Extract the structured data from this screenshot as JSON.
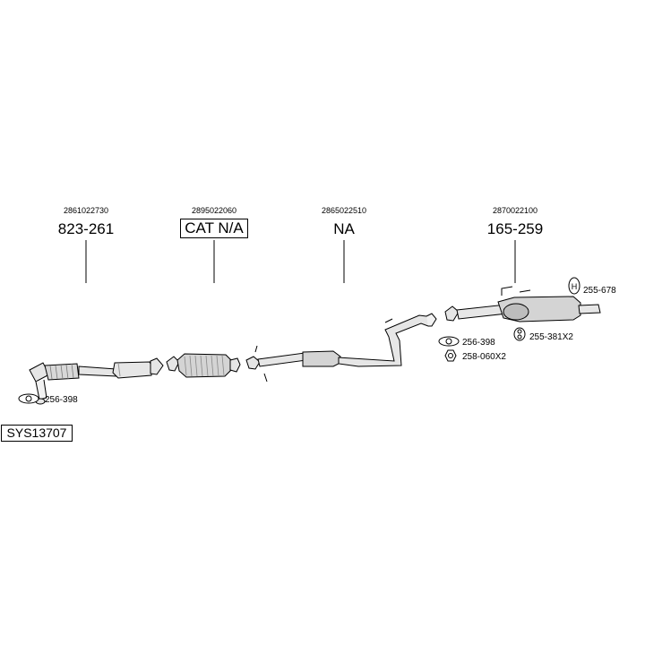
{
  "sections": [
    {
      "oem": "2861022730",
      "part": "823-261"
    },
    {
      "oem": "2895022060",
      "part": "CAT N/A"
    },
    {
      "oem": "2865022510",
      "part": "NA"
    },
    {
      "oem": "2870022100",
      "part": "165-259"
    }
  ],
  "accessories": {
    "gasket_front": "256-398",
    "gasket_rear": "256-398",
    "nut": "258-060X2",
    "rubber_mount": "255-381X2",
    "hanger": "255-678"
  },
  "system_id": "SYS13707",
  "colors": {
    "line": "#000000",
    "part_fill": "#e6e6e6",
    "part_shade": "#b9b9b9",
    "background": "#ffffff"
  }
}
